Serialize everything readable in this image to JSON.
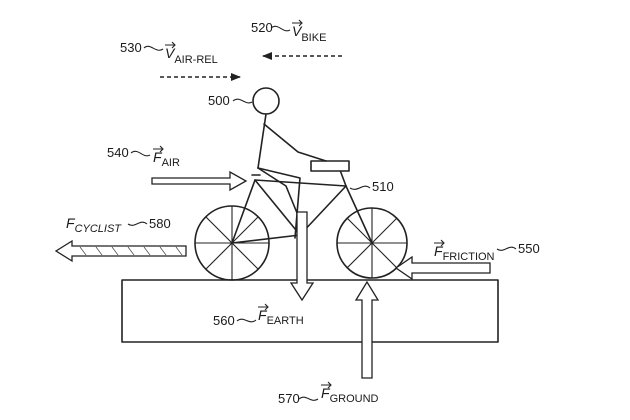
{
  "labels": {
    "v_bike": {
      "ref": "520",
      "symbol": "V",
      "sub": "BIKE"
    },
    "v_air_rel": {
      "ref": "530",
      "symbol": "V",
      "sub": "AIR-REL"
    },
    "rider": {
      "ref": "500"
    },
    "f_air": {
      "ref": "540",
      "symbol": "F",
      "sub": "AIR"
    },
    "bicycle": {
      "ref": "510"
    },
    "f_cyclist": {
      "ref": "580",
      "symbol": "F",
      "sub": "CYCLIST"
    },
    "f_friction": {
      "ref": "550",
      "symbol": "F",
      "sub": "FRICTION"
    },
    "f_earth": {
      "ref": "560",
      "symbol": "F",
      "sub": "EARTH"
    },
    "f_ground": {
      "ref": "570",
      "symbol": "F",
      "sub": "GROUND"
    }
  },
  "colors": {
    "ink": "#222222",
    "background": "#ffffff"
  }
}
